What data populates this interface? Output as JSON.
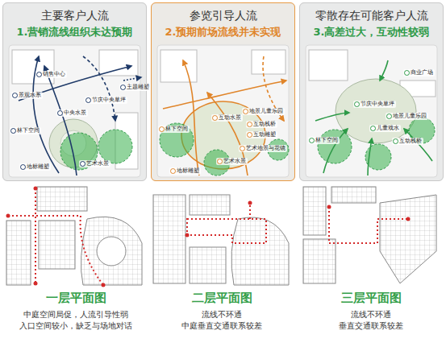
{
  "diagram": {
    "nodes": [
      {
        "text": [
          "主要客户人流",
          "1.营销流线组织未达预期"
        ]
      },
      {
        "text": [
          "参览引导人流",
          "2.预期前场流线并未实现"
        ]
      },
      {
        "text": [
          "零散存在可能客户人流",
          "3.高差过大，互动性较弱"
        ]
      }
    ],
    "labels": [
      "销售中心",
      "景观水系",
      "节庆中央草坪",
      "主题雕塑",
      "中央水景",
      "林下空间",
      "地标雕塑",
      "艺术水景",
      "林下空间",
      "互动水景",
      "地景儿童乐园",
      "互动栈桥",
      "互动雕塑",
      "艺术地景与花镜",
      "艺术水景",
      "地标雕塑",
      "商业广场",
      "节庆中央草坪",
      "地景儿童乐园",
      "儿童戏水",
      "互动栈桥",
      "林下空间",
      "一层平面图",
      "中庭空间局促，人流引导性弱",
      "入口空间较小，缺乏与场地对话",
      "二层平面图",
      "流线不环通",
      "中庭垂直交通联系较差",
      "三层平面图",
      "流线不环通",
      "垂直交通联系较差"
    ]
  }
}
